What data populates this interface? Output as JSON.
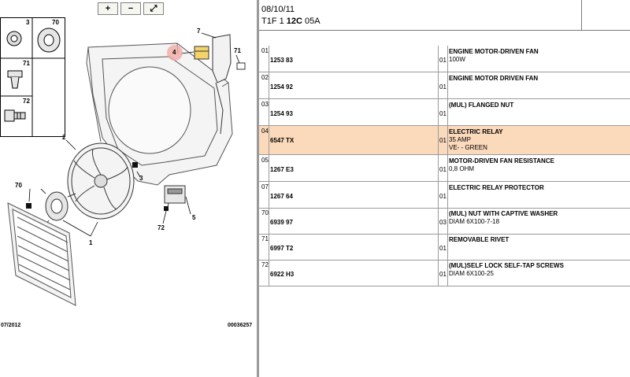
{
  "toolbar": {
    "zoom_in_label": "+",
    "zoom_out_label": "−",
    "zoom_fit_label": "⤢"
  },
  "legend": {
    "items": [
      {
        "number": "3"
      },
      {
        "number": "70"
      },
      {
        "number": "71"
      },
      {
        "number": "72"
      }
    ]
  },
  "callouts": {
    "c1": "1",
    "c2": "2",
    "c3": "3",
    "c4": "4",
    "c5": "5",
    "c7": "7",
    "c70": "70",
    "c71": "71",
    "c72": "72"
  },
  "footer": {
    "date": "07/2012",
    "ref": "00036257"
  },
  "header": {
    "date": "08/10/11",
    "code_prefix": "T1F 1 ",
    "code_bold": "12C",
    "code_suffix": " 05A"
  },
  "rows": [
    {
      "pos": "01",
      "ref": "1253 83",
      "qty": "01",
      "desc": "ENGINE MOTOR-DRIVEN FAN",
      "sub1": "100W",
      "sub2": ""
    },
    {
      "pos": "02",
      "ref": "1254 92",
      "qty": "01",
      "desc": "ENGINE MOTOR DRIVEN FAN",
      "sub1": "",
      "sub2": ""
    },
    {
      "pos": "03",
      "ref": "1254 93",
      "qty": "01",
      "desc": "(MUL) FLANGED NUT",
      "sub1": "",
      "sub2": ""
    },
    {
      "pos": "04",
      "ref": "6547 TX",
      "qty": "01",
      "desc": "ELECTRIC RELAY",
      "sub1": "35 AMP",
      "sub2": "VE- - GREEN",
      "selected": true
    },
    {
      "pos": "05",
      "ref": "1267 E3",
      "qty": "01",
      "desc": "MOTOR-DRIVEN FAN RESISTANCE",
      "sub1": "0,8 OHM",
      "sub2": ""
    },
    {
      "pos": "07",
      "ref": "1267 64",
      "qty": "01",
      "desc": "ELECTRIC RELAY PROTECTOR",
      "sub1": "",
      "sub2": ""
    },
    {
      "pos": "70",
      "ref": "6939 97",
      "qty": "03",
      "desc": "(MUL) NUT WITH CAPTIVE WASHER",
      "sub1": "DIAM 6X100-7-18",
      "sub2": ""
    },
    {
      "pos": "71",
      "ref": "6997 T2",
      "qty": "01",
      "desc": "REMOVABLE RIVET",
      "sub1": "",
      "sub2": ""
    },
    {
      "pos": "72",
      "ref": "6922 H3",
      "qty": "01",
      "desc": "(MUL)SELF LOCK SELF-TAP SCREWS",
      "sub1": "DIAM 6X100-25",
      "sub2": ""
    }
  ],
  "colors": {
    "selected_row": "#fbd9bb",
    "highlight_circle": "#f2a7a0"
  }
}
